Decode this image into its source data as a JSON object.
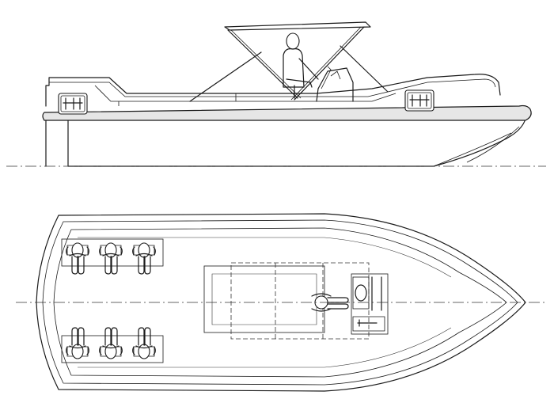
{
  "drawing": {
    "views": [
      "side-elevation",
      "top-plan"
    ],
    "passenger_seats": 6,
    "helm_occupants": 1,
    "colors": {
      "line": "#1a1a1a",
      "fender": "#e6e6e6",
      "background": "#ffffff"
    }
  }
}
